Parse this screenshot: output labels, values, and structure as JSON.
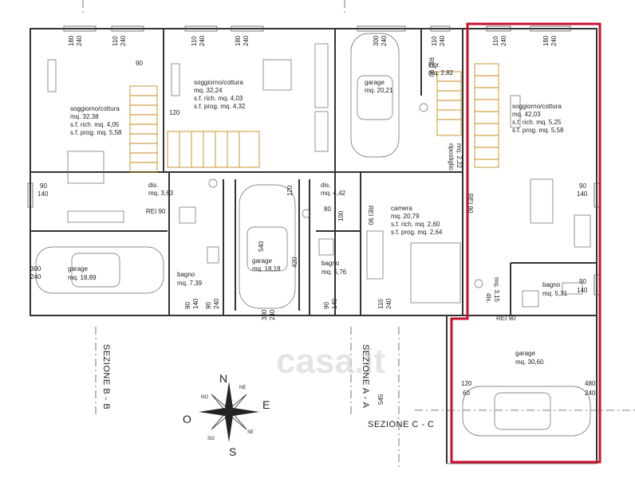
{
  "rooms": [
    {
      "name": "soggiorno/cottura",
      "area": "mq. 32,38",
      "sf_rich": "s.f. rich. mq. 4,05",
      "sf_prog": "s.f. prog. mq. 5,58"
    },
    {
      "name": "soggiorno/cottura",
      "area": "mq. 32,24",
      "sf_rich": "s.f. rich. mq. 4,03",
      "sf_prog": "s.f. prog. mq. 4,32"
    },
    {
      "name": "garage",
      "area": "mq. 20,21"
    },
    {
      "name": "ingr.",
      "area": "mq. 2,82"
    },
    {
      "name": "soggiorno/cottura",
      "area": "mq. 42,03",
      "sf_rich": "s.f. rich. mq. 5,25",
      "sf_prog": "s.f. prog. mq. 5,58"
    },
    {
      "name": "dis.",
      "area": "mq. 3,63"
    },
    {
      "name": "dis.",
      "area": "mq. 4,42"
    },
    {
      "name": "camera",
      "area": "mq. 20,79",
      "sf_rich": "s.f. rich. mq. 2,60",
      "sf_prog": "s.f. prog. mq. 2,64"
    },
    {
      "name": "garage",
      "area": "mq. 18,89"
    },
    {
      "name": "bagno",
      "area": "mq. 7,39"
    },
    {
      "name": "garage",
      "area": "mq. 18,18"
    },
    {
      "name": "bagno",
      "area": "mq. 5,76"
    },
    {
      "name": "bagno",
      "area": "mq. 5,31"
    },
    {
      "name": "garage",
      "area": "mq. 30,60"
    },
    {
      "name": "ripostiglio",
      "area": "mq. 2,22"
    },
    {
      "name": "dis.",
      "area": "mq. 3,15"
    }
  ],
  "dimensions": {
    "top": [
      "180",
      "240",
      "110",
      "240",
      "110",
      "240",
      "180",
      "240",
      "300",
      "240",
      "110",
      "240",
      "110",
      "240",
      "180",
      "240"
    ],
    "width_90": "90",
    "left_90": "90",
    "left_140": "140",
    "right_90": "90",
    "right_140": "140",
    "garage_300": "300",
    "garage_240": "240",
    "door_120": "120",
    "door_80": "80",
    "v_420": "420",
    "v_540": "540",
    "v_120": "120",
    "v_100": "100",
    "bottom": [
      "90",
      "140",
      "90",
      "240",
      "300",
      "240",
      "90",
      "140",
      "110",
      "240"
    ],
    "bath_90": "90",
    "bath_140": "140",
    "door_545": "545",
    "c120": "120",
    "c60": "60",
    "c480": "480",
    "c240": "240"
  },
  "fire_doors": [
    "REI 90",
    "REI 90",
    "REI 90",
    "REI 90",
    "REI 90"
  ],
  "sections": {
    "bb": "SEZIONE B - B",
    "aa": "SEZIONE A - A",
    "cc": "SEZIONE C - C"
  },
  "compass": {
    "n": "N",
    "e": "E",
    "s": "S",
    "o": "O",
    "ne": "NE",
    "no": "NO",
    "se": "SE",
    "so": "SO"
  },
  "watermark": "casa.it",
  "colors": {
    "highlight": "#c8102e",
    "stairs": "#c98a1e",
    "walls": "#333333"
  }
}
